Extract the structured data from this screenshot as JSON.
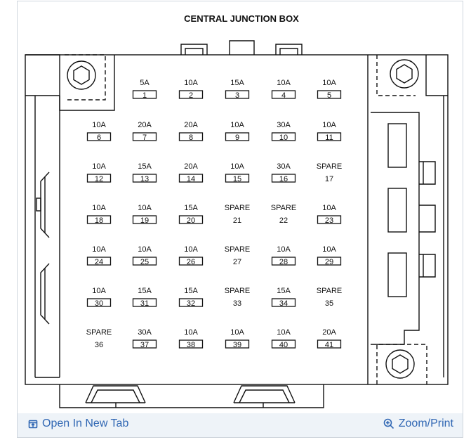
{
  "diagram": {
    "title": "CENTRAL JUNCTION BOX",
    "fuses": [
      {
        "rating": "5A",
        "number": "1"
      },
      {
        "rating": "10A",
        "number": "2"
      },
      {
        "rating": "15A",
        "number": "3"
      },
      {
        "rating": "10A",
        "number": "4"
      },
      {
        "rating": "10A",
        "number": "5"
      },
      {
        "rating": "10A",
        "number": "6"
      },
      {
        "rating": "20A",
        "number": "7"
      },
      {
        "rating": "20A",
        "number": "8"
      },
      {
        "rating": "10A",
        "number": "9"
      },
      {
        "rating": "30A",
        "number": "10"
      },
      {
        "rating": "10A",
        "number": "11"
      },
      {
        "rating": "10A",
        "number": "12"
      },
      {
        "rating": "15A",
        "number": "13"
      },
      {
        "rating": "20A",
        "number": "14"
      },
      {
        "rating": "10A",
        "number": "15"
      },
      {
        "rating": "30A",
        "number": "16"
      },
      {
        "rating": "SPARE",
        "number": "17"
      },
      {
        "rating": "10A",
        "number": "18"
      },
      {
        "rating": "10A",
        "number": "19"
      },
      {
        "rating": "15A",
        "number": "20"
      },
      {
        "rating": "SPARE",
        "number": "21"
      },
      {
        "rating": "SPARE",
        "number": "22"
      },
      {
        "rating": "10A",
        "number": "23"
      },
      {
        "rating": "10A",
        "number": "24"
      },
      {
        "rating": "10A",
        "number": "25"
      },
      {
        "rating": "10A",
        "number": "26"
      },
      {
        "rating": "SPARE",
        "number": "27"
      },
      {
        "rating": "10A",
        "number": "28"
      },
      {
        "rating": "10A",
        "number": "29"
      },
      {
        "rating": "10A",
        "number": "30"
      },
      {
        "rating": "15A",
        "number": "31"
      },
      {
        "rating": "15A",
        "number": "32"
      },
      {
        "rating": "SPARE",
        "number": "33"
      },
      {
        "rating": "15A",
        "number": "34"
      },
      {
        "rating": "SPARE",
        "number": "35"
      },
      {
        "rating": "SPARE",
        "number": "36"
      },
      {
        "rating": "30A",
        "number": "37"
      },
      {
        "rating": "10A",
        "number": "38"
      },
      {
        "rating": "10A",
        "number": "39"
      },
      {
        "rating": "10A",
        "number": "40"
      },
      {
        "rating": "20A",
        "number": "41"
      }
    ]
  },
  "footer": {
    "open_new_tab": "Open In New Tab",
    "open_new_tab_icon": "external-tab-icon",
    "zoom_print": "Zoom/Print",
    "zoom_icon": "zoom-in-icon",
    "link_color": "#2f66b3",
    "footer_bg": "#eef3f8"
  }
}
